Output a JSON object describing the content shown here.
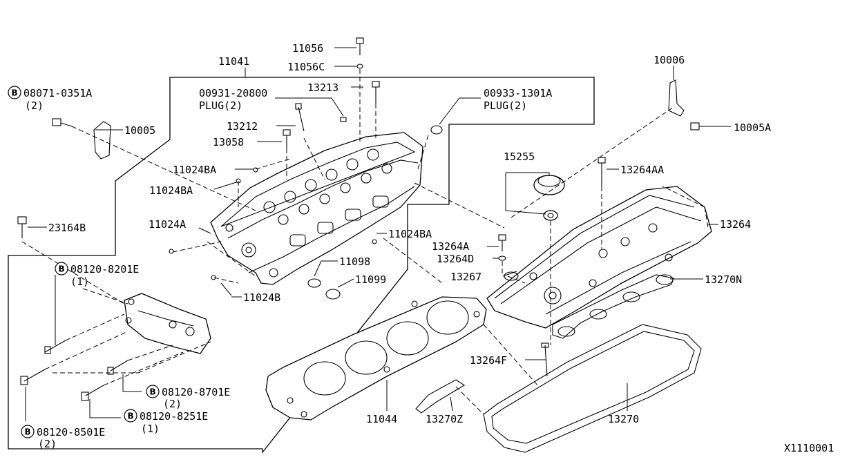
{
  "labels": {
    "l11041": "11041",
    "l11056": "11056",
    "l11056C": "11056C",
    "l08071": "08071-0351A",
    "l08071q": "(2)",
    "l10005": "10005",
    "l00931": "00931-20800",
    "l00931p": "PLUG(2)",
    "l13213": "13213",
    "l00933": "00933-1301A",
    "l00933p": "PLUG(2)",
    "l10006": "10006",
    "l10005A": "10005A",
    "l13212": "13212",
    "l13058": "13058",
    "l15255": "15255",
    "l13264AA": "13264AA",
    "l11024BA1": "11024BA",
    "l11024BA2": "11024BA",
    "l23164B": "23164B",
    "l13264": "13264",
    "l11024A": "11024A",
    "l11024BA3": "11024BA",
    "l13264A": "13264A",
    "l13264D": "13264D",
    "l08120_8201": "08120-8201E",
    "l08120_8201q": "(1)",
    "l11098": "11098",
    "l13267": "13267",
    "l13270N": "13270N",
    "l11099": "11099",
    "l11024B": "11024B",
    "l13264F": "13264F",
    "l08120_8701": "08120-8701E",
    "l08120_8701q": "(2)",
    "l08120_8251": "08120-8251E",
    "l08120_8251q": "(1)",
    "l08120_8501": "08120-8501E",
    "l08120_8501q": "(2)",
    "l11044": "11044",
    "l13270Z": "13270Z",
    "l13270": "13270",
    "ref": "X1110001",
    "badge": "B"
  }
}
